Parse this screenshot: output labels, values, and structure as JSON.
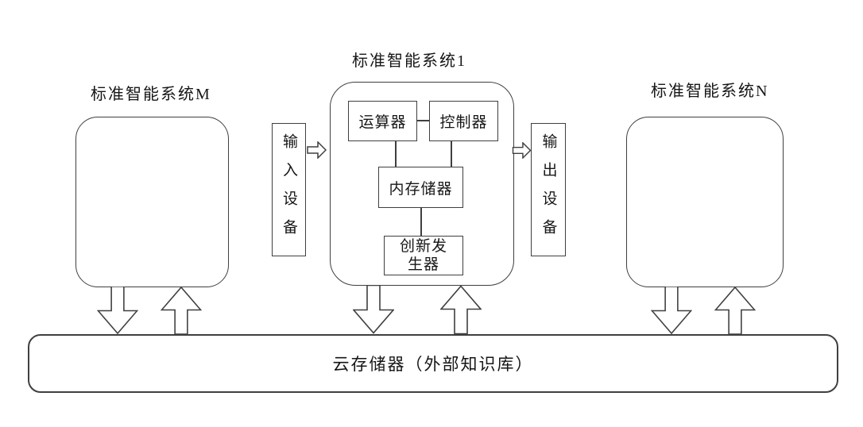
{
  "diagram": {
    "titles": {
      "left": "标准智能系统M",
      "center": "标准智能系统1",
      "right": "标准智能系统N"
    },
    "components": {
      "alu": "运算器",
      "controller": "控制器",
      "memory": "内存储器",
      "innovation_line1": "创新发",
      "innovation_line2": "生器"
    },
    "devices": {
      "input": "输入设备",
      "output": "输出设备"
    },
    "cloud_storage": "云存储器（外部知识库）",
    "colors": {
      "line": "#3f3f3f",
      "background": "#ffffff",
      "text": "#161616"
    }
  }
}
